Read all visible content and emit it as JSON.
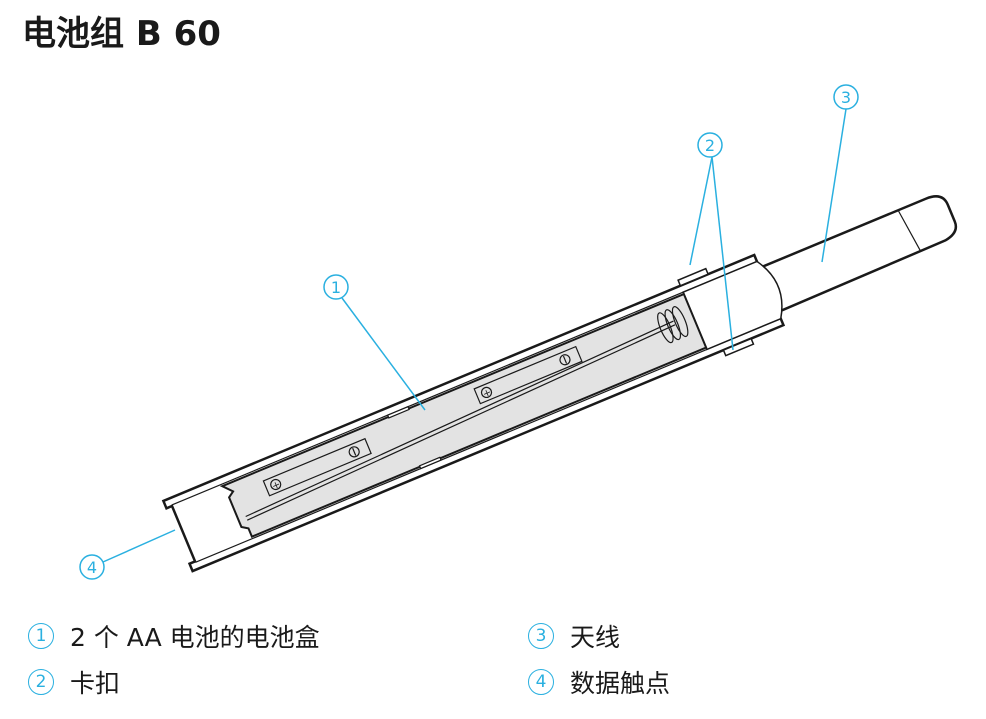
{
  "title": "电池组 B 60",
  "callouts": [
    "1",
    "2",
    "3",
    "4"
  ],
  "legend": [
    {
      "num": "1",
      "label": "2 个 AA 电池的电池盒"
    },
    {
      "num": "2",
      "label": "卡扣"
    },
    {
      "num": "3",
      "label": "天线"
    },
    {
      "num": "4",
      "label": "数据触点"
    }
  ],
  "colors": {
    "accent": "#2ab0e0",
    "tray": "#e3e3e3",
    "outline": "#1a1a1a"
  }
}
